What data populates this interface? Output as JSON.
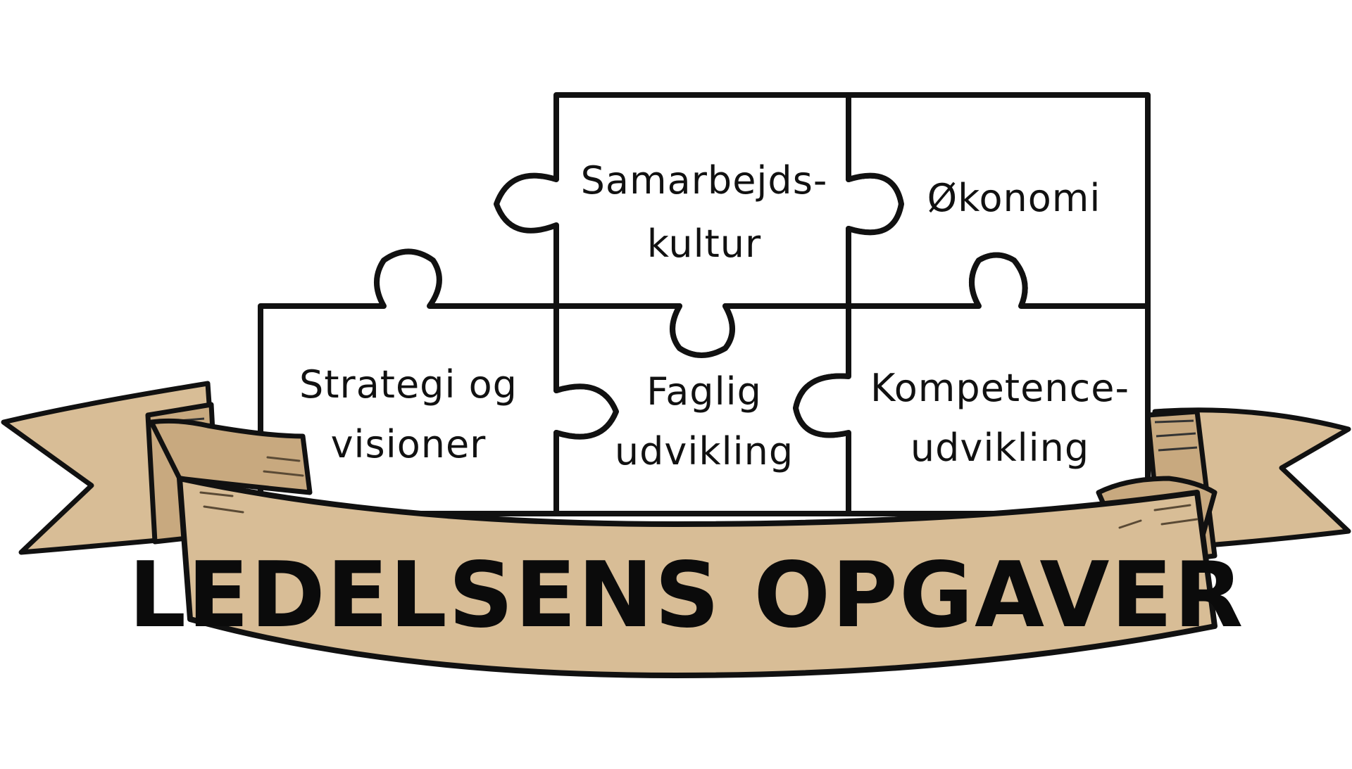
{
  "puzzle": {
    "pieces": [
      {
        "id": "samarbejdskultur",
        "lines": [
          "Samarbejds-",
          "kultur"
        ]
      },
      {
        "id": "okonomi",
        "lines": [
          "Økonomi"
        ]
      },
      {
        "id": "strategi",
        "lines": [
          "Strategi og",
          "visioner"
        ]
      },
      {
        "id": "faglig",
        "lines": [
          "Faglig",
          "udvikling"
        ]
      },
      {
        "id": "kompetence",
        "lines": [
          "Kompetence-",
          "udvikling"
        ]
      }
    ]
  },
  "banner": {
    "title": "LEDELSENS OPGAVER"
  },
  "colors": {
    "ribbon": "#d8bd96",
    "ribbon_dark": "#c8a97f",
    "ink": "#111111",
    "paper": "#ffffff"
  }
}
